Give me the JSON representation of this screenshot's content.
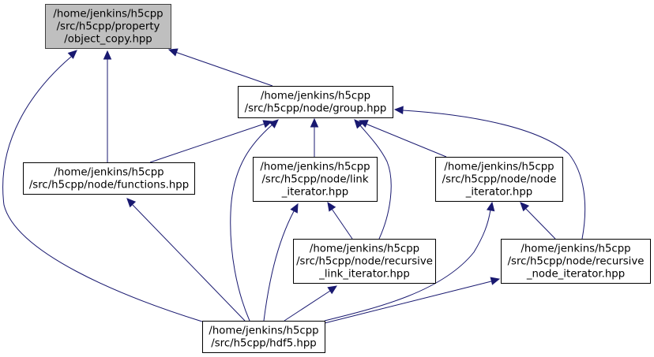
{
  "diagram": {
    "type": "include-dependency-graph",
    "colors": {
      "edge": "#191970",
      "root_fill": "#bfbfbf",
      "node_fill": "#ffffff",
      "border": "#000000"
    },
    "nodes": [
      {
        "id": "object_copy",
        "lines": [
          "/home/jenkins/h5cpp",
          "/src/h5cpp/property",
          "/object_copy.hpp"
        ],
        "root": true
      },
      {
        "id": "group",
        "lines": [
          "/home/jenkins/h5cpp",
          "/src/h5cpp/node/group.hpp"
        ]
      },
      {
        "id": "functions",
        "lines": [
          "/home/jenkins/h5cpp",
          "/src/h5cpp/node/functions.hpp"
        ]
      },
      {
        "id": "link_iterator",
        "lines": [
          "/home/jenkins/h5cpp",
          "/src/h5cpp/node/link",
          "_iterator.hpp"
        ]
      },
      {
        "id": "node_iterator",
        "lines": [
          "/home/jenkins/h5cpp",
          "/src/h5cpp/node/node",
          "_iterator.hpp"
        ]
      },
      {
        "id": "recursive_link_iterator",
        "lines": [
          "/home/jenkins/h5cpp",
          "/src/h5cpp/node/recursive",
          "_link_iterator.hpp"
        ]
      },
      {
        "id": "recursive_node_iterator",
        "lines": [
          "/home/jenkins/h5cpp",
          "/src/h5cpp/node/recursive",
          "_node_iterator.hpp"
        ]
      },
      {
        "id": "hdf5",
        "lines": [
          "/home/jenkins/h5cpp",
          "/src/h5cpp/hdf5.hpp"
        ]
      }
    ],
    "edges": [
      {
        "from": "group",
        "to": "object_copy"
      },
      {
        "from": "functions",
        "to": "object_copy"
      },
      {
        "from": "hdf5",
        "to": "object_copy"
      },
      {
        "from": "functions",
        "to": "group"
      },
      {
        "from": "hdf5",
        "to": "group"
      },
      {
        "from": "link_iterator",
        "to": "group"
      },
      {
        "from": "recursive_link_iterator",
        "to": "group"
      },
      {
        "from": "node_iterator",
        "to": "group"
      },
      {
        "from": "recursive_node_iterator",
        "to": "group"
      },
      {
        "from": "hdf5",
        "to": "functions"
      },
      {
        "from": "hdf5",
        "to": "link_iterator"
      },
      {
        "from": "recursive_link_iterator",
        "to": "link_iterator"
      },
      {
        "from": "hdf5",
        "to": "node_iterator"
      },
      {
        "from": "recursive_node_iterator",
        "to": "node_iterator"
      },
      {
        "from": "hdf5",
        "to": "recursive_link_iterator"
      },
      {
        "from": "hdf5",
        "to": "recursive_node_iterator"
      }
    ]
  }
}
